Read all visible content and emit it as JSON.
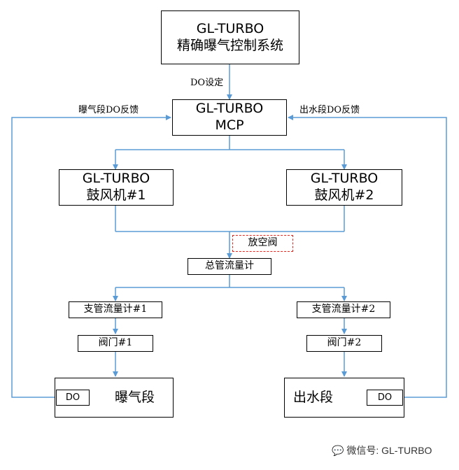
{
  "nodes": {
    "control_system": {
      "line1": "GL-TURBO",
      "line2": "精确曝气控制系统"
    },
    "mcp": {
      "line1": "GL-TURBO",
      "line2": "MCP"
    },
    "blower1": {
      "line1": "GL-TURBO",
      "line2": "鼓风机#1"
    },
    "blower2": {
      "line1": "GL-TURBO",
      "line2": "鼓风机#2"
    },
    "vent_valve": "放空阀",
    "main_flowmeter": "总管流量计",
    "branch_flowmeter1": "支管流量计#1",
    "branch_flowmeter2": "支管流量计#2",
    "valve1": "阀门#1",
    "valve2": "阀门#2",
    "aeration": {
      "name": "曝气段",
      "do": "DO"
    },
    "outlet": {
      "name": "出水段",
      "do": "DO"
    }
  },
  "edge_labels": {
    "do_setpoint": "DO设定",
    "aeration_feedback": "曝气段DO反馈",
    "outlet_feedback": "出水段DO反馈"
  },
  "watermark": "微信号: GL-TURBO",
  "colors": {
    "connector": "#5b9bd5",
    "vent_border": "#e2231a"
  }
}
